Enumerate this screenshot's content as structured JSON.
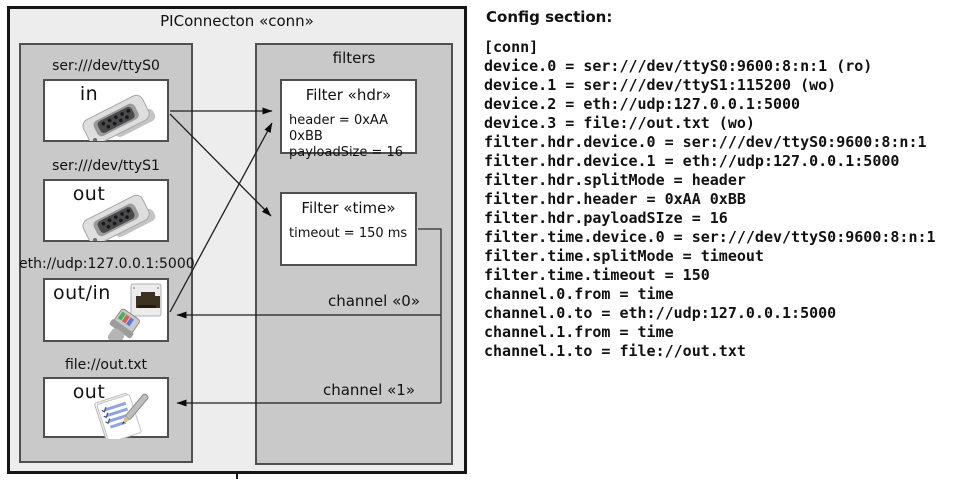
{
  "diagram": {
    "title": "PIConnecton «conn»",
    "filters_panel_title": "filters",
    "devices": [
      {
        "label": "ser:///dev/ttyS0",
        "direction": "in",
        "icon": "serial-connector-icon"
      },
      {
        "label": "ser:///dev/ttyS1",
        "direction": "out",
        "icon": "serial-connector-icon"
      },
      {
        "label": "eth://udp:127.0.0.1:5000",
        "direction": "out/in",
        "icon": "ethernet-cable-icon"
      },
      {
        "label": "file://out.txt",
        "direction": "out",
        "icon": "notepad-icon"
      }
    ],
    "filters": [
      {
        "title": "Filter «hdr»",
        "properties": [
          "header = 0xAA 0xBB",
          "payloadSize = 16"
        ]
      },
      {
        "title": "Filter «time»",
        "properties": [
          "timeout = 150 ms"
        ]
      }
    ],
    "channels": [
      {
        "label": "channel «0»"
      },
      {
        "label": "channel «1»"
      }
    ]
  },
  "config": {
    "heading": "Config section:",
    "lines": [
      "[conn]",
      "device.0 = ser:///dev/ttyS0:9600:8:n:1 (ro)",
      "device.1 = ser:///dev/ttyS1:115200 (wo)",
      "device.2 = eth://udp:127.0.0.1:5000",
      "device.3 = file://out.txt (wo)",
      "filter.hdr.device.0 = ser:///dev/ttyS0:9600:8:n:1",
      "filter.hdr.device.1 = eth://udp:127.0.0.1:5000",
      "filter.hdr.splitMode = header",
      "filter.hdr.header = 0xAA 0xBB",
      "filter.hdr.payloadSIze = 16",
      "filter.time.device.0 = ser:///dev/ttyS0:9600:8:n:1",
      "filter.time.splitMode = timeout",
      "filter.time.timeout = 150",
      "channel.0.from = time",
      "channel.0.to = eth://udp:127.0.0.1:5000",
      "channel.1.from = time",
      "channel.1.to = file://out.txt"
    ]
  }
}
